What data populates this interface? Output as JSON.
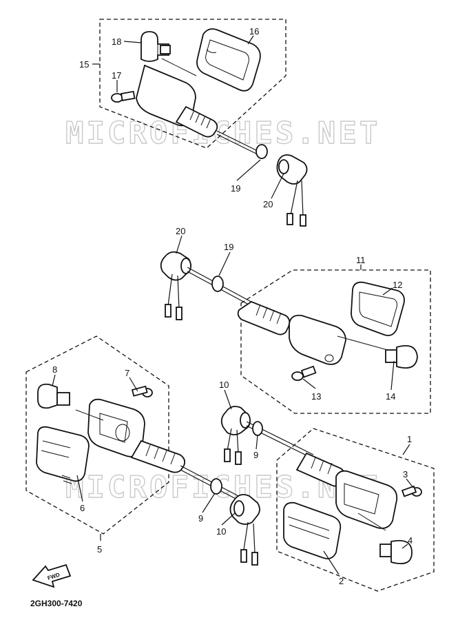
{
  "watermark": "MICROFICHES.NET",
  "diagram_code": "2GH300-7420",
  "fwd_label": "FWD",
  "callouts": {
    "n1": "1",
    "n2": "2",
    "n3": "3",
    "n4": "4",
    "n5": "5",
    "n6": "6",
    "n7": "7",
    "n8": "8",
    "n9a": "9",
    "n9b": "9",
    "n10a": "10",
    "n10b": "10",
    "n11": "11",
    "n12": "12",
    "n13": "13",
    "n14": "14",
    "n15": "15",
    "n16": "16",
    "n17": "17",
    "n18": "18",
    "n19a": "19",
    "n19b": "19",
    "n20a": "20",
    "n20b": "20"
  }
}
